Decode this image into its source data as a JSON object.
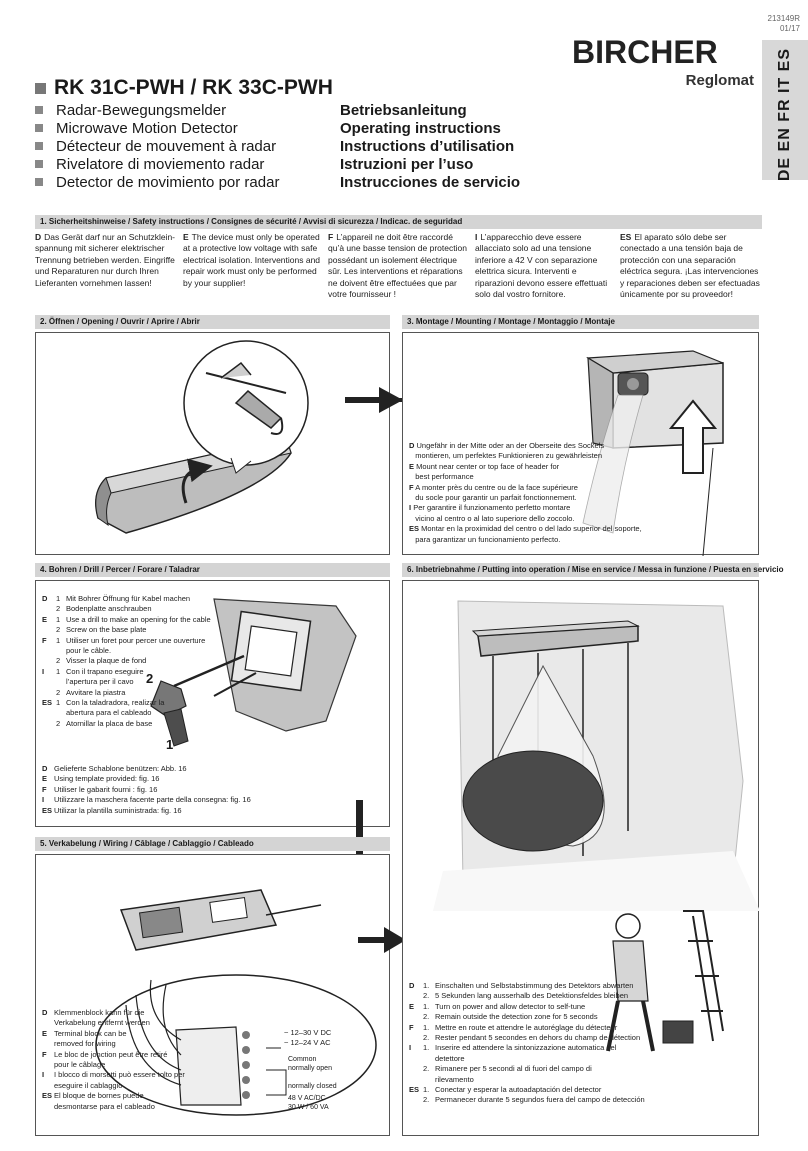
{
  "doc_number": [
    "213149R",
    "01/17"
  ],
  "brand": {
    "name": "BIRCHER",
    "sub": "Reglomat"
  },
  "languages": "DE EN FR IT ES",
  "title": "RK 31C-PWH / RK 33C-PWH",
  "products": [
    "Radar-Bewegungsmelder",
    "Microwave Motion Detector",
    "Détecteur de mouvement à radar",
    "Rivelatore di moviemento radar",
    "Detector de movimiento por radar"
  ],
  "doc_types": [
    "Betriebsanleitung",
    "Operating instructions",
    "Instructions d’utilisation",
    "Istruzioni per l’uso",
    "Instrucciones de servicio"
  ],
  "section1": {
    "heading": "1. Sicherheitshinweise / Safety instructions / Consignes de sécurité / Avvisi di sicurezza / Indicac. de seguridad",
    "cols": [
      {
        "tag": "D",
        "text": "Das Gerät darf nur an Schutzklein-spannung mit sicherer elektrischer Trennung betrieben werden. Eingriffe und Reparaturen nur durch Ihren Lieferanten vornehmen lassen!"
      },
      {
        "tag": "E",
        "text": "The device must only be operated at a protective low voltage with safe electrical isolation. Interventions and repair work must only be performed by your supplier!"
      },
      {
        "tag": "F",
        "text": "L’appareil ne doit être raccordé qu’à une basse tension de protection possédant un isolement électrique sûr. Les interventions et réparations ne doivent être effectuées que par votre fournisseur !"
      },
      {
        "tag": "I",
        "text": "L’apparecchio deve essere allacciato solo ad una tensione inferiore a 42 V con separazione elettrica sicura. Interventi e riparazioni devono essere effettuati solo dal vostro fornitore."
      },
      {
        "tag": "ES",
        "text": "El aparato sólo debe ser conectado a una tensión baja de protección con una separación eléctrica segura. ¡Las intervenciones y reparaciones deben ser efectuadas únicamente por su proveedor!"
      }
    ]
  },
  "section2": {
    "heading": "2. Öffnen / Opening / Ouvrir / Aprire / Abrir"
  },
  "section3": {
    "heading": "3. Montage / Mounting / Montage / Montaggio / Montaje",
    "lines": [
      {
        "tag": "D",
        "text": "Ungefähr in der Mitte oder an der Oberseite des Sockels"
      },
      {
        "tag": "",
        "text": "montieren, um perfektes Funktionieren zu gewährleisten"
      },
      {
        "tag": "E",
        "text": "Mount near center or top face of header for"
      },
      {
        "tag": "",
        "text": "best performance"
      },
      {
        "tag": "F",
        "text": "A monter près du centre ou de la face supérieure"
      },
      {
        "tag": "",
        "text": "du socle pour garantir un parfait fonctionnement."
      },
      {
        "tag": "I",
        "text": "Per garantire il funzionamento perfetto montare"
      },
      {
        "tag": "",
        "text": "vicino al centro o al lato superiore dello zoccolo."
      },
      {
        "tag": "ES",
        "text": "Montar en la proximidad del centro o del lado superior del soporte,"
      },
      {
        "tag": "",
        "text": "para garantizar un funcionamiento perfecto."
      }
    ]
  },
  "section4": {
    "heading": "4. Bohren / Drill / Percer / Forare / Taladrar",
    "steps": [
      {
        "tag": "D",
        "n": "1",
        "text": "Mit Bohrer Öffnung für Kabel machen"
      },
      {
        "tag": "",
        "n": "2",
        "text": "Bodenplatte anschrauben"
      },
      {
        "tag": "E",
        "n": "1",
        "text": "Use a drill to make an opening for the cable"
      },
      {
        "tag": "",
        "n": "2",
        "text": "Screw on the base plate"
      },
      {
        "tag": "F",
        "n": "1",
        "text": "Utiliser un foret pour percer une ouverture"
      },
      {
        "tag": "",
        "n": "",
        "text": "pour le câble."
      },
      {
        "tag": "",
        "n": "2",
        "text": "Visser la plaque de fond"
      },
      {
        "tag": "I",
        "n": "1",
        "text": "Con il trapano eseguire"
      },
      {
        "tag": "",
        "n": "",
        "text": "l’apertura per il cavo"
      },
      {
        "tag": "",
        "n": "2",
        "text": "Avvitare la piastra"
      },
      {
        "tag": "ES",
        "n": "1",
        "text": "Con la taladradora, realizar la"
      },
      {
        "tag": "",
        "n": "",
        "text": "abertura para el cableado"
      },
      {
        "tag": "",
        "n": "2",
        "text": "Atornillar la placa de base"
      }
    ],
    "template": [
      {
        "tag": "D",
        "text": "Gelieferte Schablone benützen: Abb. 16"
      },
      {
        "tag": "E",
        "text": "Using template provided: fig. 16"
      },
      {
        "tag": "F",
        "text": "Utiliser le gabarit fourni : fig. 16"
      },
      {
        "tag": "I",
        "text": "Utilizzare la maschera facente parte della consegna: fig. 16"
      },
      {
        "tag": "ES",
        "text": "Utilizar la plantilla suministrada: fig. 16"
      }
    ],
    "callouts": [
      "2",
      "1"
    ]
  },
  "section5": {
    "heading": "5. Verkabelung / Wiring / Câblage / Cablaggio / Cableado",
    "lines": [
      {
        "tag": "D",
        "text": "Klemmenblock kann für die"
      },
      {
        "tag": "",
        "text": "Verkabelung entfernt werden"
      },
      {
        "tag": "E",
        "text": "Terminal block can be"
      },
      {
        "tag": "",
        "text": "removed for wiring"
      },
      {
        "tag": "F",
        "text": "Le bloc de jonction peut être retiré"
      },
      {
        "tag": "",
        "text": "pour le câblage"
      },
      {
        "tag": "I",
        "text": "I blocco di morsetti può essere tolto per"
      },
      {
        "tag": "",
        "text": "eseguire il cablaggio"
      },
      {
        "tag": "ES",
        "text": "El bloque de bornes puede"
      },
      {
        "tag": "",
        "text": "desmontarse para el cableado"
      }
    ],
    "wiring_labels": [
      "~ 12–30 V DC",
      "~ 12–24 V AC",
      "Common",
      "normally open",
      "normally closed",
      "48 V AC/DC",
      "30 W / 60 VA"
    ]
  },
  "section6": {
    "heading": "6. Inbetriebnahme / Putting into operation / Mise en service / Messa in funzione / Puesta en servicio",
    "steps": [
      {
        "tag": "D",
        "n": "1.",
        "text": "Einschalten und Selbstabstimmung des Detektors abwarten"
      },
      {
        "tag": "",
        "n": "2.",
        "text": "5 Sekunden lang ausserhalb des Detektionsfeldes bleiben"
      },
      {
        "tag": "E",
        "n": "1.",
        "text": "Turn on power and allow detector to self-tune"
      },
      {
        "tag": "",
        "n": "2.",
        "text": "Remain outside the detection zone for 5 seconds"
      },
      {
        "tag": "F",
        "n": "1.",
        "text": "Mettre en route et attendre le autoréglage du détecteur"
      },
      {
        "tag": "",
        "n": "2.",
        "text": "Rester pendant 5 secondes en dehors du champ de détection"
      },
      {
        "tag": "I",
        "n": "1.",
        "text": "Inserire ed attendere la sintonizzazione automatica del"
      },
      {
        "tag": "",
        "n": "",
        "text": "detettore"
      },
      {
        "tag": "",
        "n": "2.",
        "text": "Rimanere per 5 secondi al di fuori del campo di"
      },
      {
        "tag": "",
        "n": "",
        "text": "rilevamento"
      },
      {
        "tag": "ES",
        "n": "1.",
        "text": "Conectar y esperar la autoadaptación del detector"
      },
      {
        "tag": "",
        "n": "2.",
        "text": "Permanecer durante 5 segundos fuera del campo de detección"
      }
    ]
  }
}
